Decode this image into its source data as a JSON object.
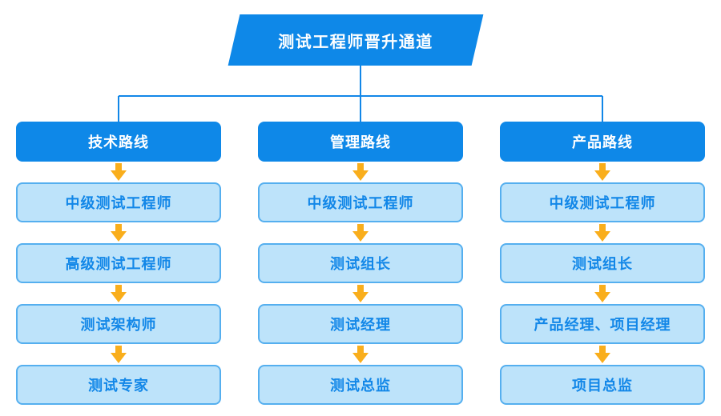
{
  "title": "测试工程师晋升通道",
  "columns": [
    {
      "header": "技术路线",
      "steps": [
        "中级测试工程师",
        "高级测试工程师",
        "测试架构师",
        "测试专家"
      ]
    },
    {
      "header": "管理路线",
      "steps": [
        "中级测试工程师",
        "测试组长",
        "测试经理",
        "测试总监"
      ]
    },
    {
      "header": "产品路线",
      "steps": [
        "中级测试工程师",
        "测试组长",
        "产品经理、项目经理",
        "项目总监"
      ]
    }
  ],
  "colors": {
    "primary_blue": "#0E88E8",
    "step_fill": "#BDE3FA",
    "step_border": "#55AFEF",
    "step_text": "#1287E8",
    "arrow_orange": "#F9AE1C",
    "connector": "#1287E8",
    "background": "#FFFFFF"
  }
}
